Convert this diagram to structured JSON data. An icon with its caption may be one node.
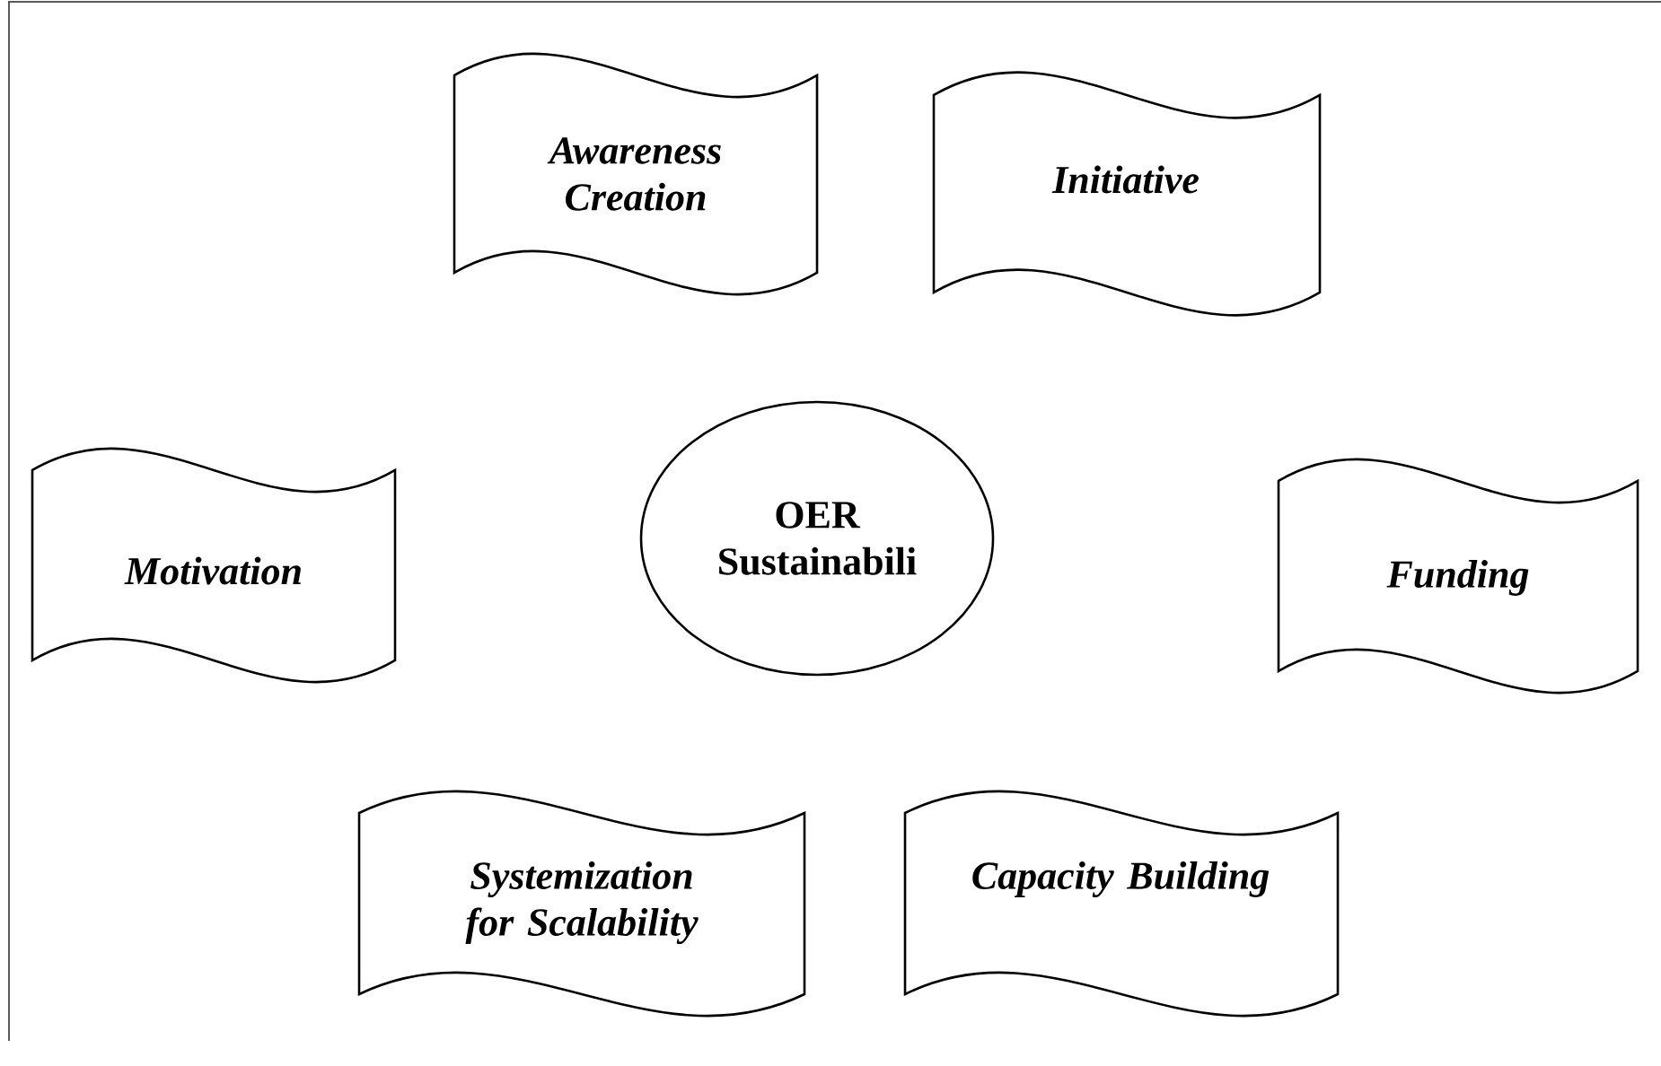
{
  "diagram": {
    "nodes": [
      {
        "text": [
          "Awareness Creation"
        ]
      },
      {
        "text": [
          "Initiative"
        ]
      },
      {
        "text": [
          "Motivation"
        ]
      },
      {
        "text": [
          "OER Sustainabili"
        ]
      },
      {
        "text": [
          "Funding"
        ]
      },
      {
        "text": [
          "Systemization for Scalability"
        ]
      },
      {
        "text": [
          "Capacity Building"
        ]
      }
    ]
  }
}
